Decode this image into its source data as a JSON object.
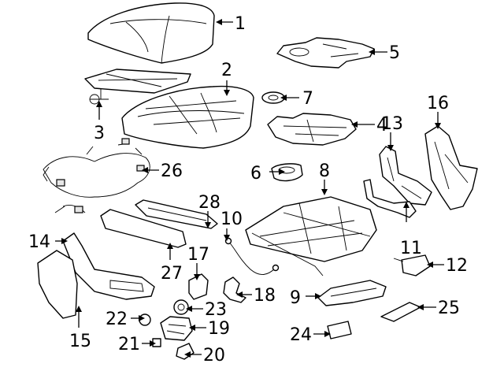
{
  "diagram": {
    "callouts": [
      {
        "id": "1",
        "text": "1"
      },
      {
        "id": "2",
        "text": "2"
      },
      {
        "id": "3",
        "text": "3"
      },
      {
        "id": "4",
        "text": "4"
      },
      {
        "id": "5",
        "text": "5"
      },
      {
        "id": "6",
        "text": "6"
      },
      {
        "id": "7",
        "text": "7"
      },
      {
        "id": "8",
        "text": "8"
      },
      {
        "id": "9",
        "text": "9"
      },
      {
        "id": "10",
        "text": "10"
      },
      {
        "id": "11",
        "text": "11"
      },
      {
        "id": "12",
        "text": "12"
      },
      {
        "id": "13",
        "text": "13"
      },
      {
        "id": "14",
        "text": "14"
      },
      {
        "id": "15",
        "text": "15"
      },
      {
        "id": "16",
        "text": "16"
      },
      {
        "id": "17",
        "text": "17"
      },
      {
        "id": "18",
        "text": "18"
      },
      {
        "id": "19",
        "text": "19"
      },
      {
        "id": "20",
        "text": "20"
      },
      {
        "id": "21",
        "text": "21"
      },
      {
        "id": "22",
        "text": "22"
      },
      {
        "id": "23",
        "text": "23"
      },
      {
        "id": "24",
        "text": "24"
      },
      {
        "id": "25",
        "text": "25"
      },
      {
        "id": "26",
        "text": "26"
      },
      {
        "id": "27",
        "text": "27"
      },
      {
        "id": "28",
        "text": "28"
      }
    ]
  }
}
